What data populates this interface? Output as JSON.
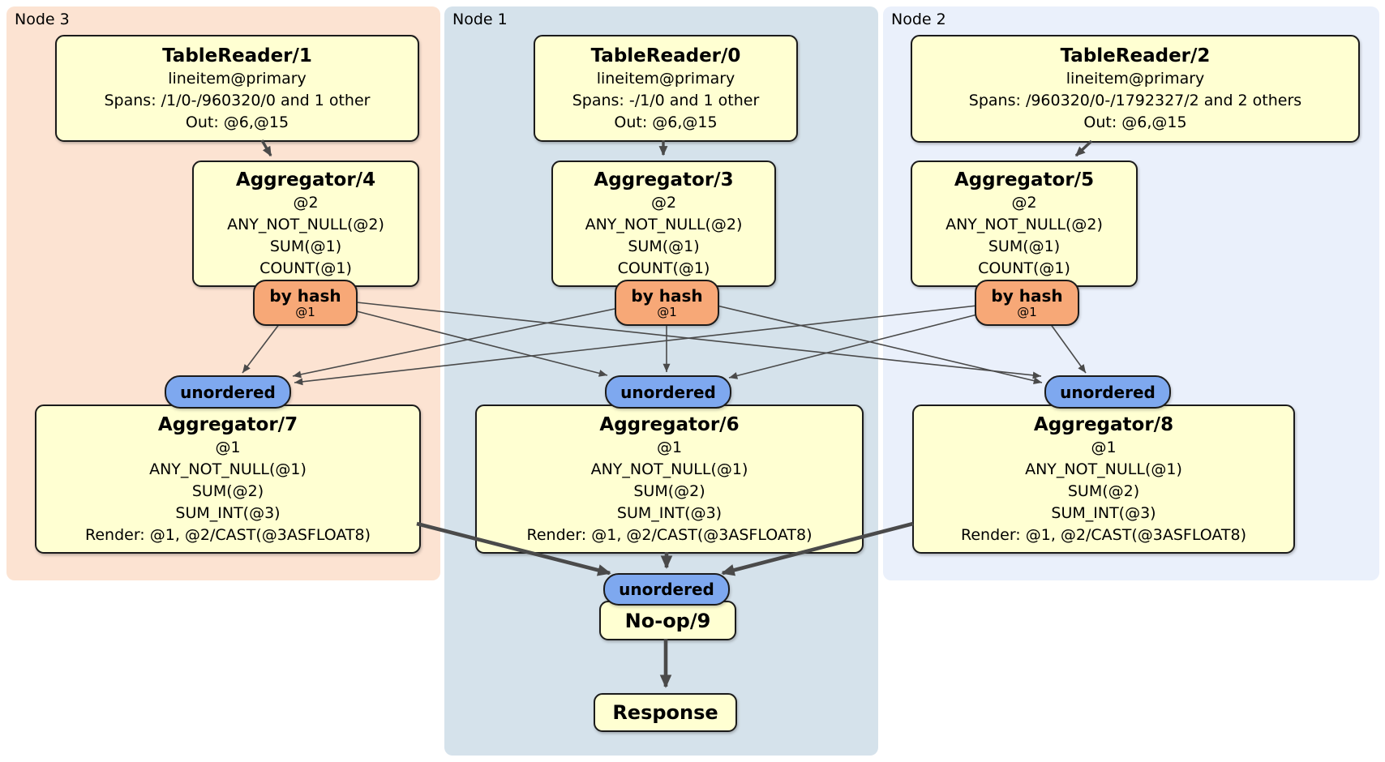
{
  "colors": {
    "node3_bg": "#fce3d2",
    "node1_bg": "#d5e2eb",
    "node2_bg": "#eaf0fb",
    "processor_bg": "#ffffd2",
    "router_bg": "#f7a877",
    "stream_bg": "#7ea8ef",
    "border": "#1b1b1b",
    "edge": "#4a4a4a"
  },
  "regions": {
    "node3": {
      "label": "Node 3"
    },
    "node1": {
      "label": "Node 1"
    },
    "node2": {
      "label": "Node 2"
    }
  },
  "processors": {
    "tablereader1": {
      "title": "TableReader/1",
      "lines": [
        "lineitem@primary",
        "Spans: /1/0-/960320/0 and 1 other",
        "Out: @6,@15"
      ]
    },
    "tablereader0": {
      "title": "TableReader/0",
      "lines": [
        "lineitem@primary",
        "Spans: -/1/0 and 1 other",
        "Out: @6,@15"
      ]
    },
    "tablereader2": {
      "title": "TableReader/2",
      "lines": [
        "lineitem@primary",
        "Spans: /960320/0-/1792327/2 and 2 others",
        "Out: @6,@15"
      ]
    },
    "aggregator4": {
      "title": "Aggregator/4",
      "lines": [
        "@2",
        "ANY_NOT_NULL(@2)",
        "SUM(@1)",
        "COUNT(@1)"
      ]
    },
    "aggregator3": {
      "title": "Aggregator/3",
      "lines": [
        "@2",
        "ANY_NOT_NULL(@2)",
        "SUM(@1)",
        "COUNT(@1)"
      ]
    },
    "aggregator5": {
      "title": "Aggregator/5",
      "lines": [
        "@2",
        "ANY_NOT_NULL(@2)",
        "SUM(@1)",
        "COUNT(@1)"
      ]
    },
    "aggregator7": {
      "title": "Aggregator/7",
      "lines": [
        "@1",
        "ANY_NOT_NULL(@1)",
        "SUM(@2)",
        "SUM_INT(@3)",
        "Render: @1, @2/CAST(@3ASFLOAT8)"
      ]
    },
    "aggregator6": {
      "title": "Aggregator/6",
      "lines": [
        "@1",
        "ANY_NOT_NULL(@1)",
        "SUM(@2)",
        "SUM_INT(@3)",
        "Render: @1, @2/CAST(@3ASFLOAT8)"
      ]
    },
    "aggregator8": {
      "title": "Aggregator/8",
      "lines": [
        "@1",
        "ANY_NOT_NULL(@1)",
        "SUM(@2)",
        "SUM_INT(@3)",
        "Render: @1, @2/CAST(@3ASFLOAT8)"
      ]
    },
    "noop": {
      "title": "No-op/9"
    },
    "response": {
      "title": "Response"
    }
  },
  "routers": {
    "hash4": {
      "label": "by hash",
      "detail": "@1"
    },
    "hash3": {
      "label": "by hash",
      "detail": "@1"
    },
    "hash5": {
      "label": "by hash",
      "detail": "@1"
    }
  },
  "streams": {
    "unordered3": {
      "label": "unordered"
    },
    "unordered1": {
      "label": "unordered"
    },
    "unordered2": {
      "label": "unordered"
    },
    "unordered_final": {
      "label": "unordered"
    }
  }
}
